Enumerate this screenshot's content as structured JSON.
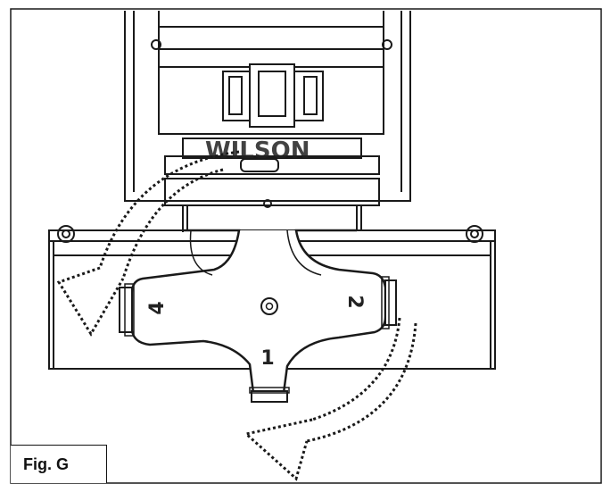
{
  "figure": {
    "label": "Fig. G",
    "brand_text": "WILSON",
    "positions": {
      "p1": "1",
      "p2": "2",
      "p4": "4"
    },
    "colors": {
      "line": "#1a1a1a",
      "background": "#ffffff"
    },
    "icons": {
      "rotation_arrow": "dotted-curved-arrow"
    }
  }
}
